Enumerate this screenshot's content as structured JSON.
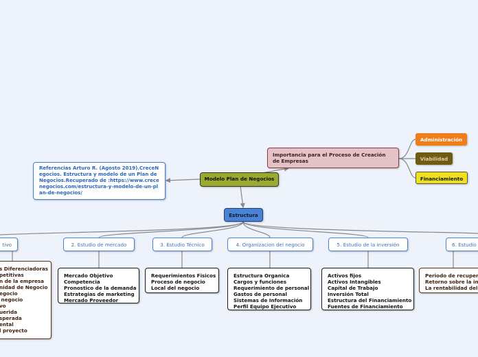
{
  "center": {
    "label": "Modelo Plan de Negocios"
  },
  "importance": {
    "label": "Importancia para el Proceso de Creación de Empresas"
  },
  "importance_children": {
    "admin": "Administración",
    "viabilidad": "Viabilidad",
    "financiamiento": "Financiamiento"
  },
  "reference": {
    "text": "Referencias Arturo R. (Agosto 2019).CreceNegocios. Estructura y modelo de un Plan de Negocios.Recuperado de :https://www.crecenegocios.com/estructura-y-modelo-de-un-plan-de-negocios/"
  },
  "structure": {
    "label": "Estructura"
  },
  "studies": [
    {
      "label": "tivo",
      "items": [
        "s Diferenciadoras",
        "petitivas",
        "n de la empresa",
        "nidad de Negocio",
        "egocio",
        " negocio",
        "vo",
        "uerida",
        "sperada",
        "ental",
        "l proyecto"
      ]
    },
    {
      "label": "2. Estudio de mercado",
      "items": [
        "Mercado Objetivo",
        "Competencia",
        "Pronostico de la demanda",
        "Estrategias de marketing",
        "Mercado Proveedor"
      ]
    },
    {
      "label": "3. Estudio Técnico",
      "items": [
        "Requerimientos Fisicos",
        "Proceso de negocio",
        "Local del negocio"
      ]
    },
    {
      "label": "4. Organizacion del negocio",
      "items": [
        "Estructura Organica",
        "Cargos y funciones",
        "Requerimiento de personal",
        "Gastos de personal",
        "Sistemas de Información",
        "Perfil Equipo Ejecutivo"
      ]
    },
    {
      "label": "5. Estudio de la inversión",
      "items": [
        "Activos fijos",
        "Activos Intangibles",
        "Capital de Trabajo",
        "Inversión Total",
        "Estructura del Financiamiento",
        "Fuentes de Financiamiento"
      ]
    },
    {
      "label": "6. Estudio",
      "items": [
        "Periodo de recupera",
        "Retorno sobre la in",
        "La rentabilidad del"
      ]
    }
  ],
  "colors": {
    "background": "#eef3fb",
    "center": "#9aaa2e",
    "importance": "#e4c3c8",
    "structure": "#4a82d4",
    "admin": "#ef7d1a",
    "viabilidad": "#6f5b12",
    "financiamiento": "#f0e21a",
    "link": "#8a8a8a"
  }
}
